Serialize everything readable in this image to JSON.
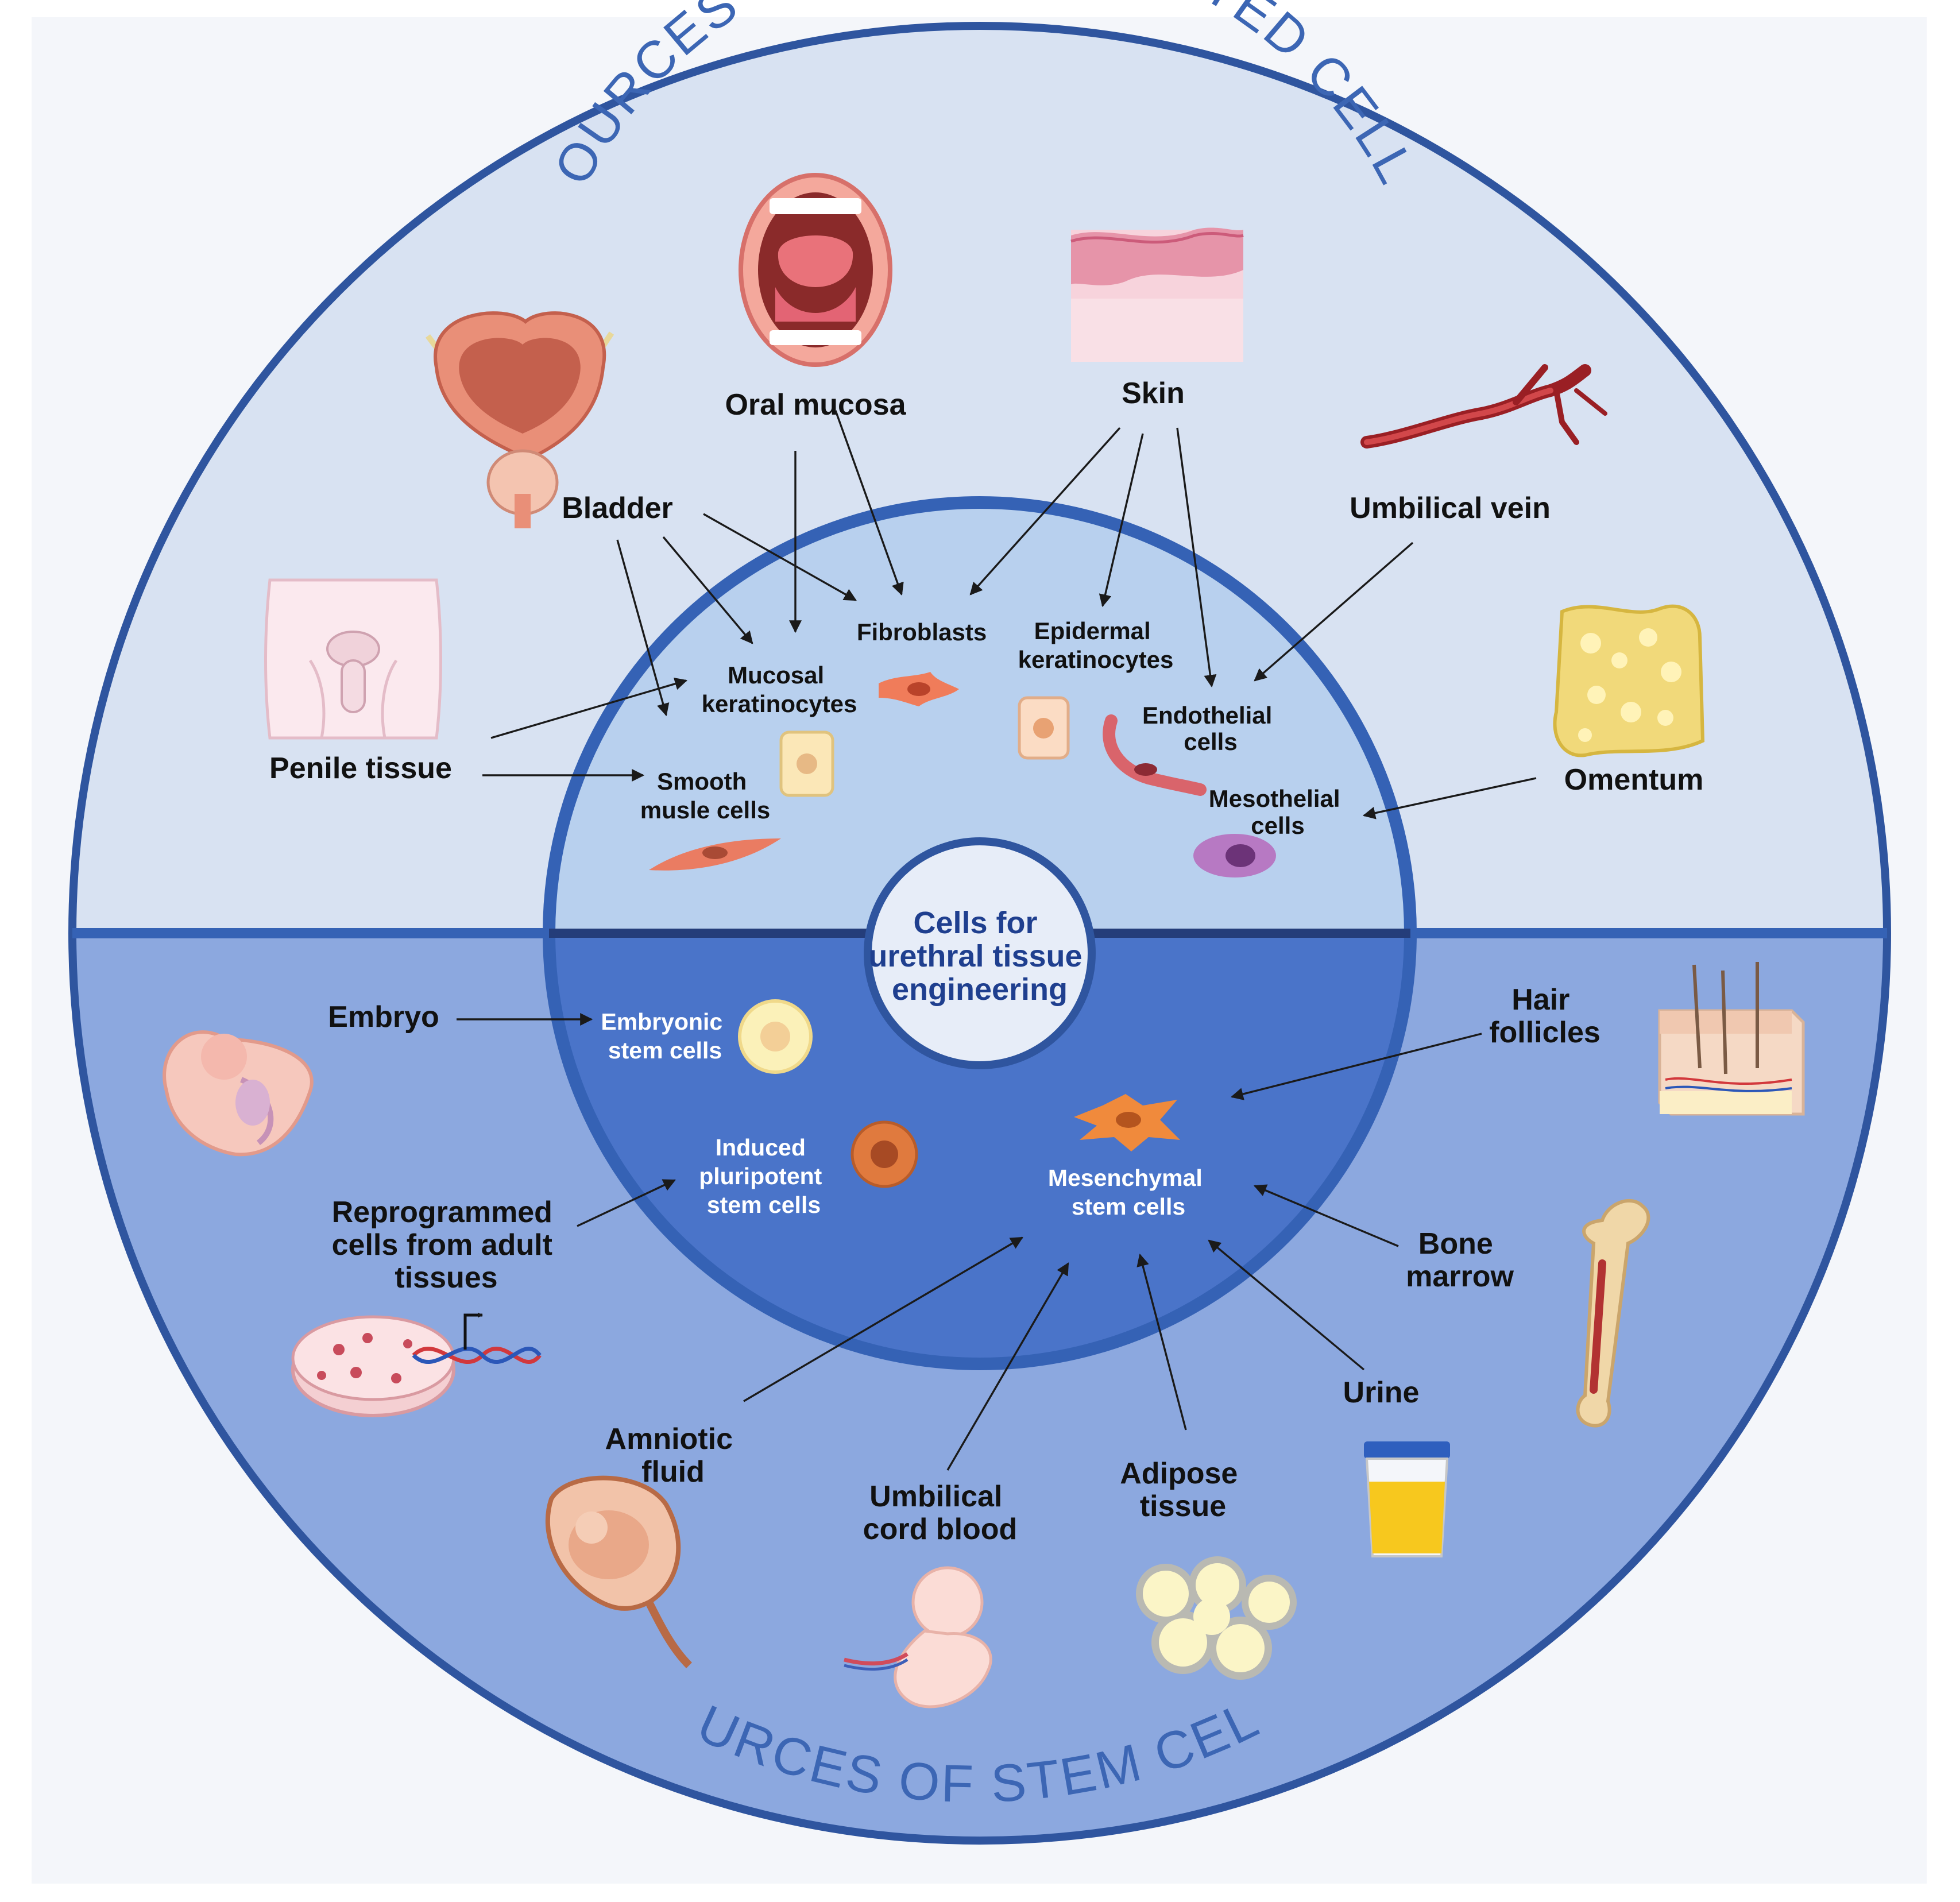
{
  "top_arc_title": "SOURCES OF DIFFERENTIATED CELLS",
  "bottom_arc_title": "SOURCES OF STEM CELLS",
  "center_lines": [
    "Cells for",
    "urethral tissue",
    "engineering"
  ],
  "differentiated_sources": {
    "oral_mucosa": "Oral mucosa",
    "skin": "Skin",
    "bladder": "Bladder",
    "umbilical_vein": "Umbilical vein",
    "penile_tissue": "Penile tissue",
    "omentum": "Omentum"
  },
  "differentiated_cells": {
    "fibroblasts": [
      "Fibroblasts"
    ],
    "epidermal_keratinocytes": [
      "Epidermal",
      "keratinocytes"
    ],
    "mucosal_keratinocytes": [
      "Mucosal",
      "keratinocytes"
    ],
    "endothelial_cells": [
      "Endothelial",
      "cells"
    ],
    "smooth_muscle_cells": [
      "Smooth",
      "musle cells"
    ],
    "mesothelial_cells": [
      "Mesothelial",
      "cells"
    ]
  },
  "stem_cells": {
    "embryonic": [
      "Embryonic",
      "stem cells"
    ],
    "induced_pluripotent": [
      "Induced",
      "pluripotent",
      "stem cells"
    ],
    "mesenchymal": [
      "Mesenchymal",
      "stem cells"
    ]
  },
  "stem_sources": {
    "embryo": [
      "Embryo"
    ],
    "reprogrammed": [
      "Reprogrammed",
      "cells from adult",
      "tissues"
    ],
    "hair_follicles": [
      "Hair",
      "follicles"
    ],
    "bone_marrow": [
      "Bone",
      "marrow"
    ],
    "urine": [
      "Urine"
    ],
    "adipose_tissue": [
      "Adipose",
      "tissue"
    ],
    "umbilical_cord_blood": [
      "Umbilical",
      "cord blood"
    ],
    "amniotic_fluid": [
      "Amniotic",
      "fluid"
    ]
  },
  "colors": {
    "outer_top": "#d8e2f2",
    "outer_bottom": "#8ca8df",
    "inner_top": "#b8d0ee",
    "inner_bottom": "#4a74c9",
    "ring": "#2f559f",
    "arc_text": "#3c66b4"
  },
  "icons": [
    "bladder-icon",
    "oral-mucosa-mouth-icon",
    "skin-layer-icon",
    "umbilical-vein-icon",
    "penile-tissue-icon",
    "omentum-icon",
    "fibroblast-cell-icon",
    "keratinocyte-cell-icon",
    "smooth-muscle-cell-icon",
    "endothelial-cell-icon",
    "mesothelial-cell-icon",
    "embryonic-stem-cell-icon",
    "ipsc-cell-icon",
    "mesenchymal-cell-icon",
    "embryo-icon",
    "petri-dish-dna-icon",
    "skin-hair-follicle-icon",
    "femur-bone-icon",
    "urine-cup-icon",
    "adipose-cells-icon",
    "fetus-icon",
    "uterus-fetus-icon"
  ]
}
